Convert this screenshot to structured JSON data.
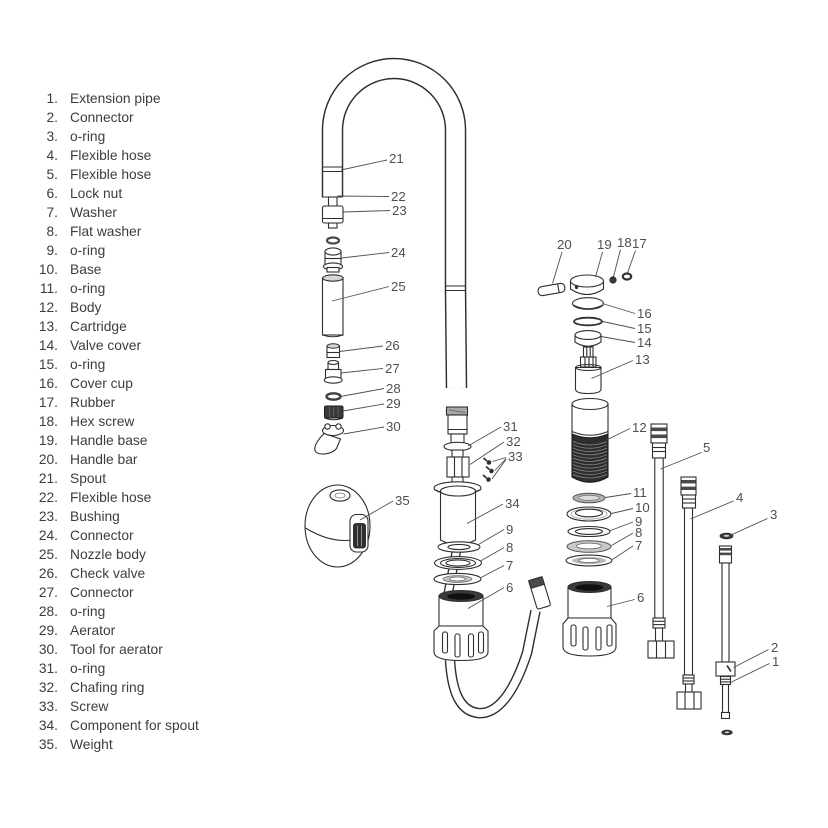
{
  "parts_list": {
    "items": [
      {
        "num": "1.",
        "label": "Extension pipe"
      },
      {
        "num": "2.",
        "label": "Connector"
      },
      {
        "num": "3.",
        "label": "o-ring"
      },
      {
        "num": "4.",
        "label": "Flexible hose"
      },
      {
        "num": "5.",
        "label": "Flexible hose"
      },
      {
        "num": "6.",
        "label": "Lock nut"
      },
      {
        "num": "7.",
        "label": "Washer"
      },
      {
        "num": "8.",
        "label": "Flat washer"
      },
      {
        "num": "9.",
        "label": "o-ring"
      },
      {
        "num": "10.",
        "label": "Base"
      },
      {
        "num": "11.",
        "label": "o-ring"
      },
      {
        "num": "12.",
        "label": "Body"
      },
      {
        "num": "13.",
        "label": "Cartridge"
      },
      {
        "num": "14.",
        "label": "Valve cover"
      },
      {
        "num": "15.",
        "label": "o-ring"
      },
      {
        "num": "16.",
        "label": "Cover cup"
      },
      {
        "num": "17.",
        "label": "Rubber"
      },
      {
        "num": "18.",
        "label": "Hex screw"
      },
      {
        "num": "19.",
        "label": "Handle base"
      },
      {
        "num": "20.",
        "label": "Handle bar"
      },
      {
        "num": "21.",
        "label": "Spout"
      },
      {
        "num": "22.",
        "label": "Flexible hose"
      },
      {
        "num": "23.",
        "label": "Bushing"
      },
      {
        "num": "24.",
        "label": "Connector"
      },
      {
        "num": "25.",
        "label": "Nozzle body"
      },
      {
        "num": "26.",
        "label": "Check valve"
      },
      {
        "num": "27.",
        "label": "Connector"
      },
      {
        "num": "28.",
        "label": "o-ring"
      },
      {
        "num": "29.",
        "label": "Aerator"
      },
      {
        "num": "30.",
        "label": "Tool for aerator"
      },
      {
        "num": "31.",
        "label": "o-ring"
      },
      {
        "num": "32.",
        "label": "Chafing ring"
      },
      {
        "num": "33.",
        "label": "Screw"
      },
      {
        "num": "34.",
        "label": "Component for spout"
      },
      {
        "num": "35.",
        "label": "Weight"
      }
    ]
  },
  "diagram": {
    "callouts": {
      "n1": "1",
      "n2": "2",
      "n3": "3",
      "n4": "4",
      "n5": "5",
      "n6": "6",
      "n7": "7",
      "n8": "8",
      "n9": "9",
      "n10": "10",
      "n11": "11",
      "n12": "12",
      "n13": "13",
      "n14": "14",
      "n15": "15",
      "n16": "16",
      "n17": "17",
      "n18": "18",
      "n19": "19",
      "n20": "20",
      "n21": "21",
      "n22": "22",
      "n23": "23",
      "n24": "24",
      "n25": "25",
      "n26": "26",
      "n27": "27",
      "n28": "28",
      "n29": "29",
      "n30": "30",
      "n31": "31",
      "n32": "32",
      "n33": "33",
      "n34": "34",
      "n35": "35"
    },
    "colors": {
      "line": "#2e2e2e",
      "label_text": "#4f4f4f",
      "list_text": "#3d3d3d",
      "dark_fill": "#3a3a3a",
      "gray_fill": "#b3b3b3",
      "background": "#ffffff"
    }
  }
}
